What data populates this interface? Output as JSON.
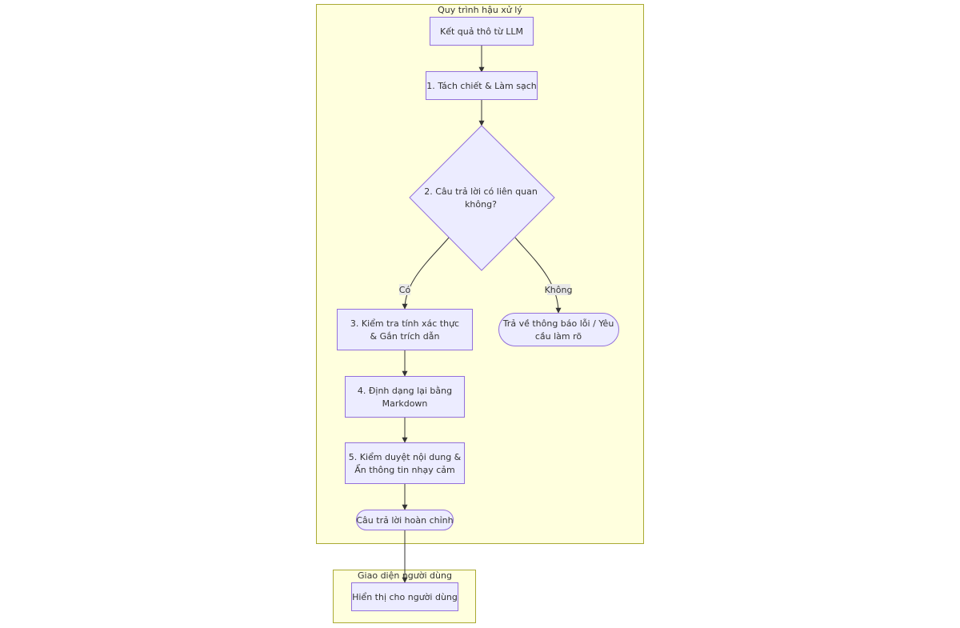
{
  "clusters": {
    "postprocess_title": "Quy trình hậu xử lý",
    "ui_title": "Giao diện người dùng"
  },
  "nodes": {
    "raw_result": "Kết quả thô từ LLM",
    "extract_clean": "1. Tách chiết & Làm sạch",
    "relevance_check": [
      "2. Câu trả lời có liên quan",
      "không?"
    ],
    "verify_cite": [
      "3. Kiểm tra tính xác thực",
      "& Gắn trích dẫn"
    ],
    "error_clarify": [
      "Trả về thông báo lỗi / Yêu",
      "cầu làm rõ"
    ],
    "reformat": [
      "4. Định dạng lại bằng",
      "Markdown"
    ],
    "moderate": [
      "5. Kiểm duyệt nội dung &",
      "Ẩn thông tin nhạy cảm"
    ],
    "final_answer": "Câu trả lời hoàn chỉnh",
    "display_user": "Hiển thị cho người dùng"
  },
  "edge_labels": {
    "yes": "Có",
    "no": "Không"
  },
  "colors": {
    "cluster_fill": "#ffffde",
    "cluster_stroke": "#aaaa33",
    "node_fill": "#ececff",
    "node_stroke": "#9370db",
    "edge": "#333333"
  }
}
